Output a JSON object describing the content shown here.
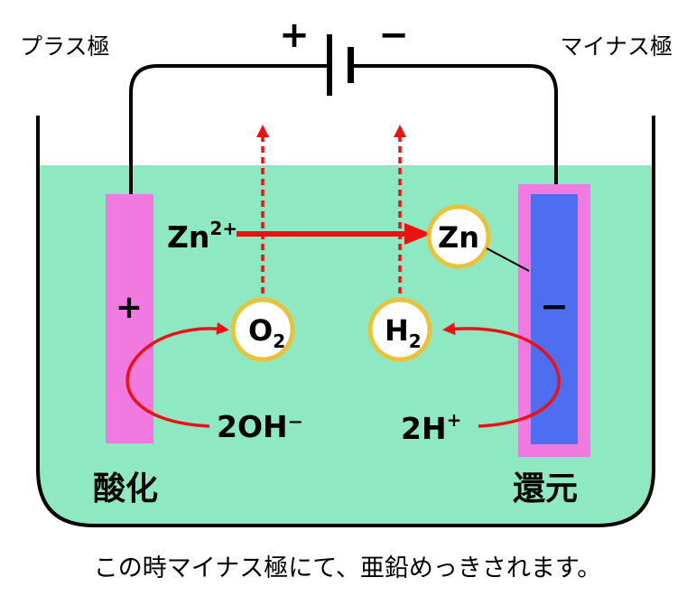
{
  "labels": {
    "anode_label": "プラス極",
    "cathode_label": "マイナス極",
    "battery_plus": "+",
    "battery_minus": "−",
    "anode_sign": "+",
    "cathode_sign": "−",
    "zn_ion_base": "Zn",
    "zn_ion_charge": "2+",
    "zn_atom": "Zn",
    "oxygen_base": "O",
    "oxygen_sub": "2",
    "hydrogen_base": "H",
    "hydrogen_sub": "2",
    "hydroxide": "2OH⁻",
    "hydrogen_ion_base": "2H",
    "hydrogen_ion_charge": "+",
    "oxidation": "酸化",
    "reduction": "還元",
    "caption": "この時マイナス極にて、亜鉛めっきされます。"
  },
  "colors": {
    "solution": "#8ee8c2",
    "anode": "#f07ae0",
    "cathode_core": "#4d6ef0",
    "cathode_border": "#f07ae0",
    "arrow": "#ee1111",
    "bubble_border": "#e8c23a",
    "oxidation_text": "#6fe06a",
    "reduction_text": "#5a5ee6"
  }
}
